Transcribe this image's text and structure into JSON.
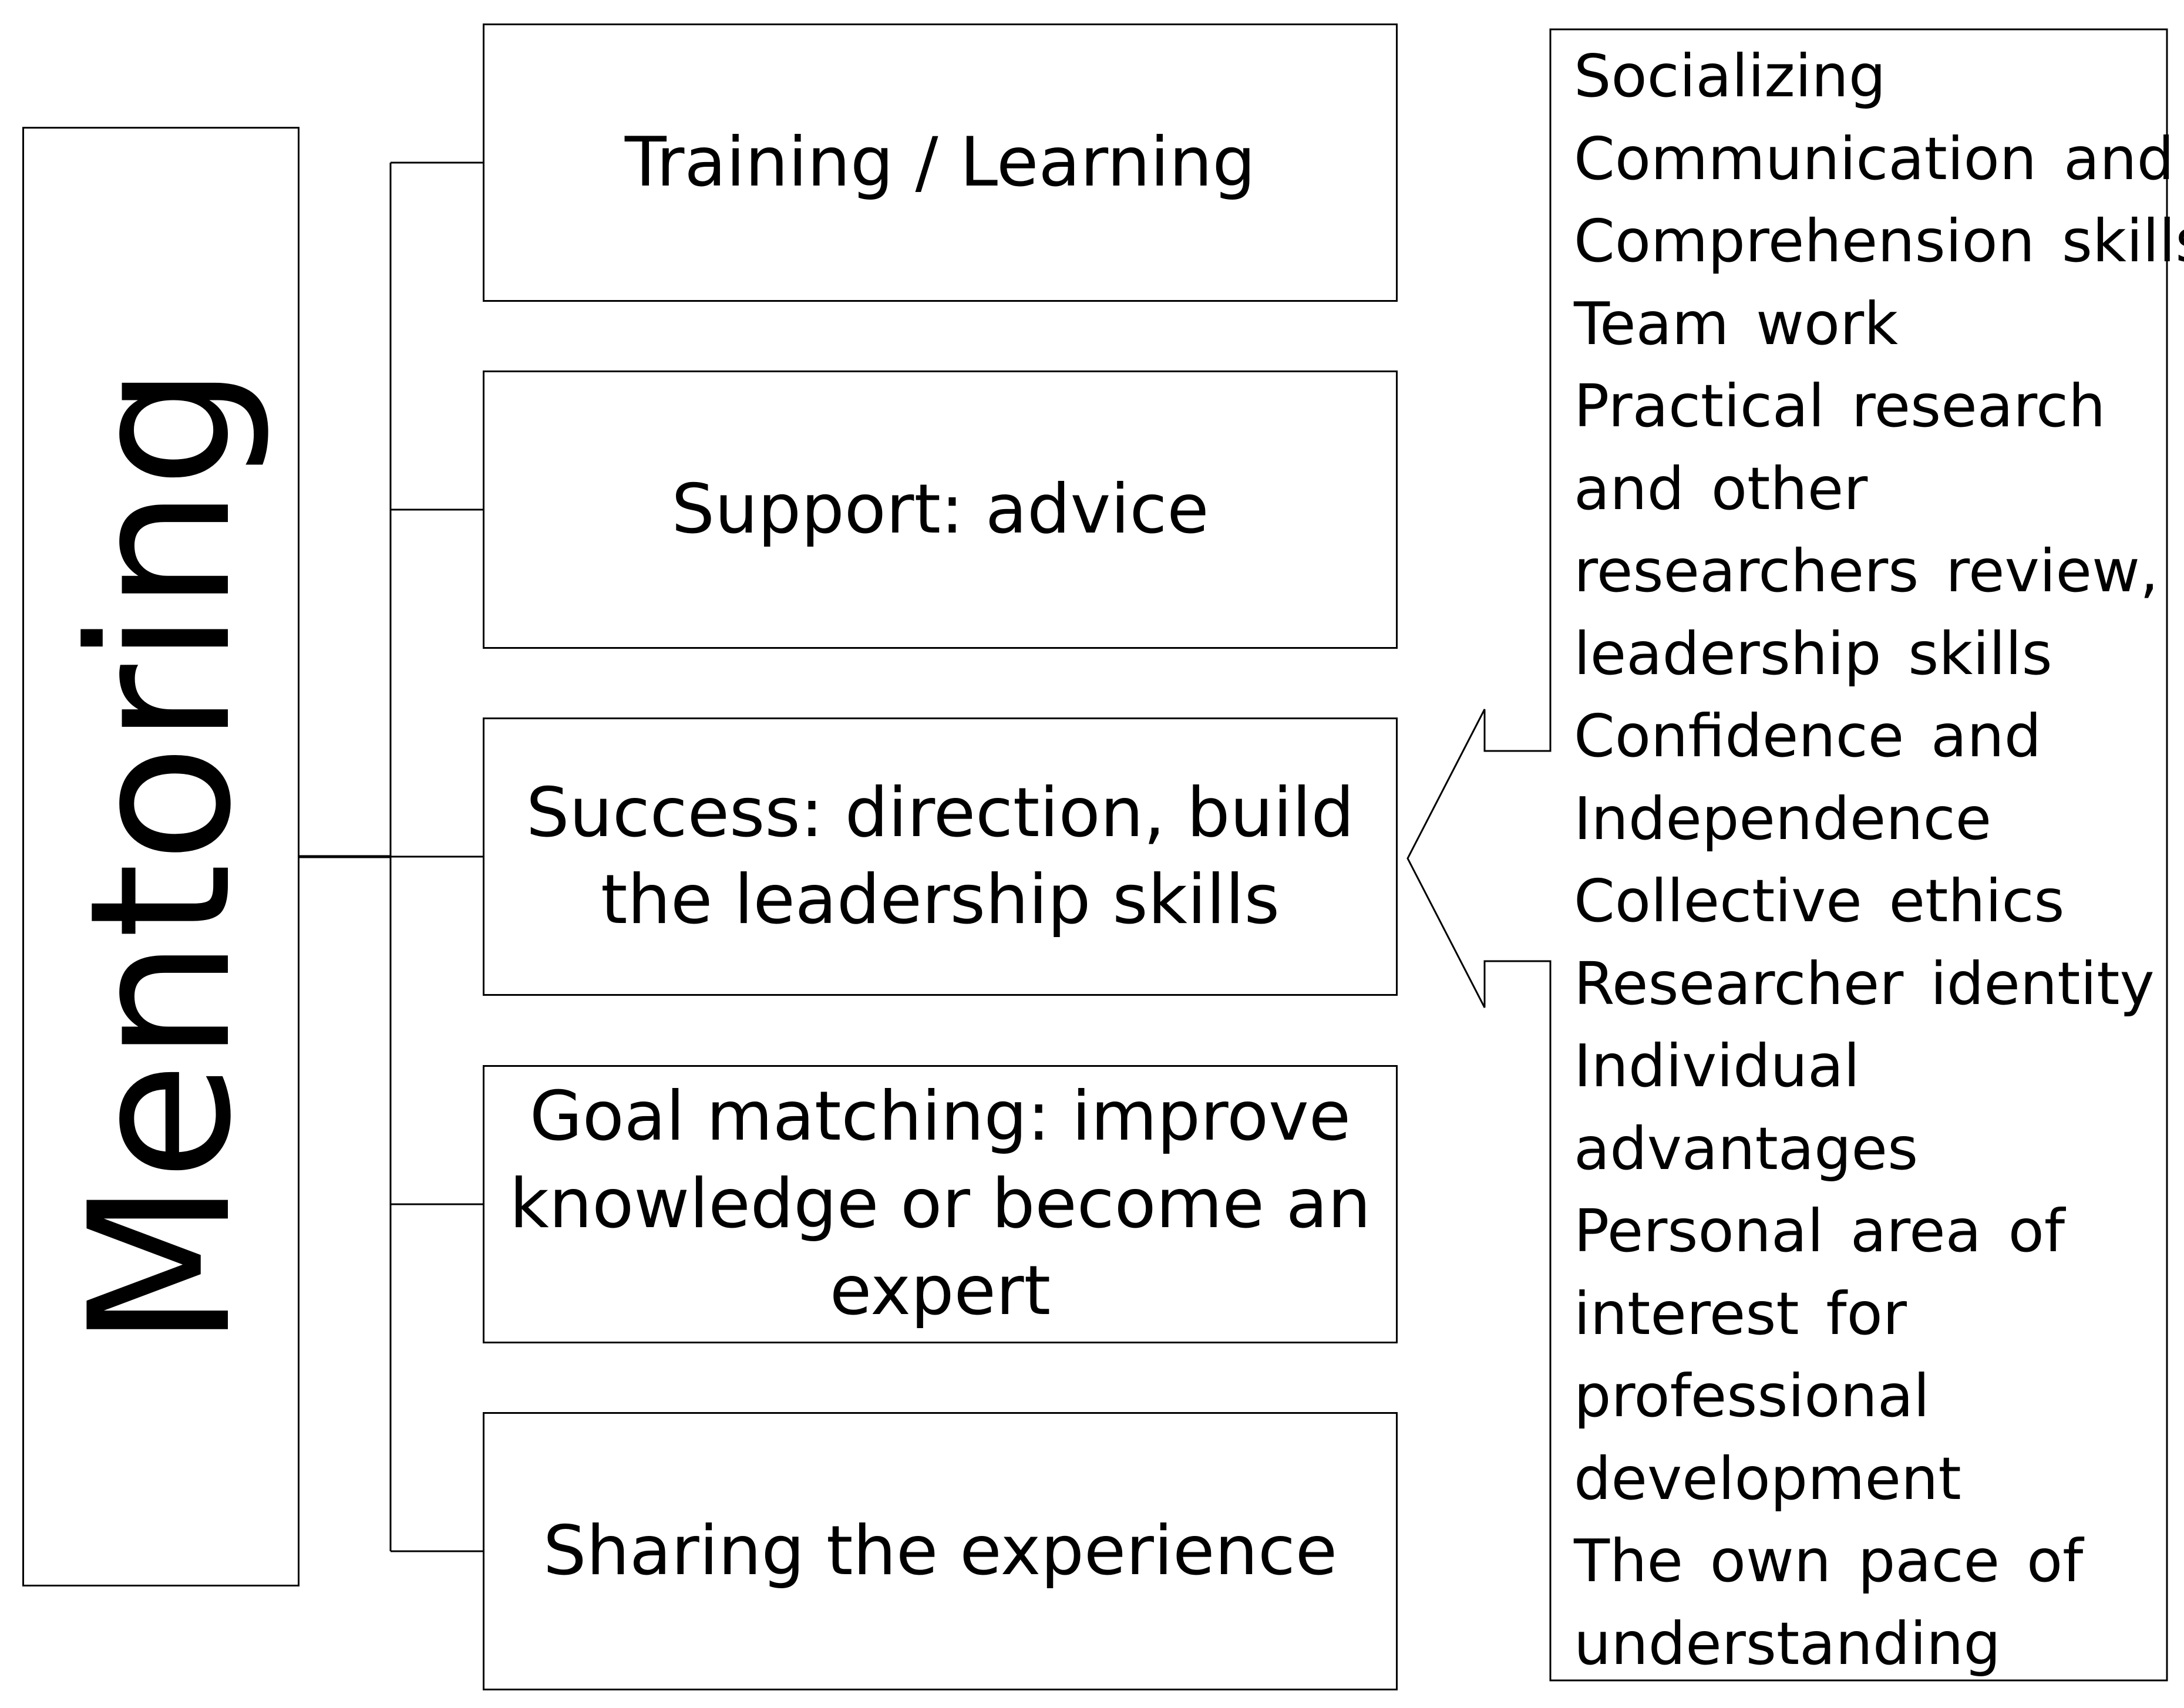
{
  "root": {
    "label": "Mentoring"
  },
  "branches": [
    {
      "label": "Training / Learning"
    },
    {
      "label": "Support: advice"
    },
    {
      "label": "Success: direction, build\nthe leadership skills"
    },
    {
      "label": "Goal matching: improve\nknowledge or become an\nexpert"
    },
    {
      "label": "Sharing the experience"
    }
  ],
  "outcomes": [
    "Socializing",
    "Communication and",
    "Comprehension skills",
    "Team work",
    "Practical research",
    "and other",
    "researchers review,",
    "leadership skills",
    "Confidence and",
    "Independence",
    "Collective ethics",
    "Researcher identity",
    "Individual",
    "advantages",
    "Personal area of",
    "interest for",
    "professional",
    "development",
    "The own pace of",
    "understanding"
  ]
}
